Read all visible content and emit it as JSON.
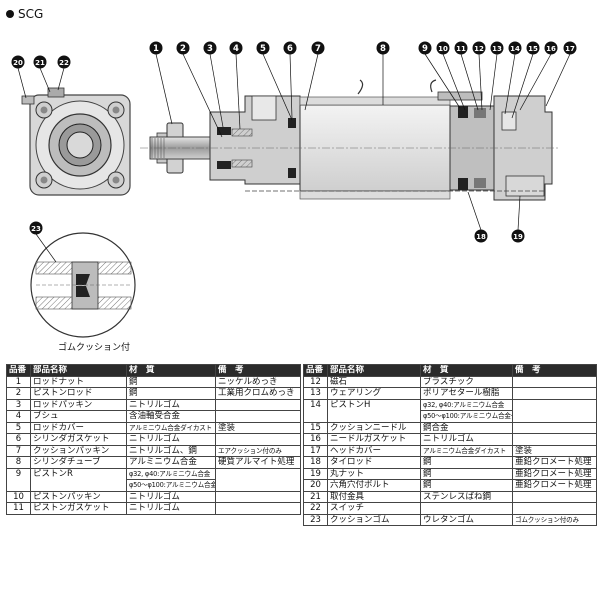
{
  "title": "SCG",
  "callouts": [
    "1",
    "2",
    "3",
    "4",
    "5",
    "6",
    "7",
    "8",
    "9",
    "10",
    "11",
    "12",
    "13",
    "14",
    "15",
    "16",
    "17",
    "18",
    "19",
    "20",
    "21",
    "22",
    "23"
  ],
  "caption": "ゴムクッション付",
  "table": {
    "headers": {
      "no": "品番",
      "name": "部品名称",
      "material": "材　質",
      "note": "備　考"
    },
    "left_rows": [
      {
        "no": "1",
        "name": "ロッドナット",
        "material": "鋼",
        "note": "ニッケルめっき"
      },
      {
        "no": "2",
        "name": "ピストンロッド",
        "material": "鋼",
        "note": "工業用クロムめっき"
      },
      {
        "no": "3",
        "name": "ロッドパッキン",
        "material": "ニトリルゴム",
        "note": ""
      },
      {
        "no": "4",
        "name": "ブシュ",
        "material": "含油軸受合金",
        "note": ""
      },
      {
        "no": "5",
        "name": "ロッドカバー",
        "material": "アルミニウム合金ダイカスト",
        "note": "塗装"
      },
      {
        "no": "6",
        "name": "シリンダガスケット",
        "material": "ニトリルゴム",
        "note": ""
      },
      {
        "no": "7",
        "name": "クッションパッキン",
        "material": "ニトリルゴム、鋼",
        "note": "エアクッション付のみ"
      },
      {
        "no": "8",
        "name": "シリンダチューブ",
        "material": "アルミニウム合金",
        "note": "硬質アルマイト処理"
      },
      {
        "no": "9",
        "name": "ピストンR",
        "material": "φ32, φ40:アルミニウム合金",
        "material2": "φ50～φ100:アルミニウム合金ダイカスト",
        "note": ""
      },
      {
        "no": "10",
        "name": "ピストンパッキン",
        "material": "ニトリルゴム",
        "note": ""
      },
      {
        "no": "11",
        "name": "ピストンガスケット",
        "material": "ニトリルゴム",
        "note": ""
      }
    ],
    "right_rows": [
      {
        "no": "12",
        "name": "磁石",
        "material": "プラスチック",
        "note": ""
      },
      {
        "no": "13",
        "name": "ウェアリング",
        "material": "ポリアセタール樹脂",
        "note": ""
      },
      {
        "no": "14",
        "name": "ピストンH",
        "material": "φ32, φ40:アルミニウム合金",
        "material2": "φ50～φ100:アルミニウム合金ダイカスト",
        "note": ""
      },
      {
        "no": "15",
        "name": "クッションニードル",
        "material": "鋼合金",
        "note": ""
      },
      {
        "no": "16",
        "name": "ニードルガスケット",
        "material": "ニトリルゴム",
        "note": ""
      },
      {
        "no": "17",
        "name": "ヘッドカバー",
        "material": "アルミニウム合金ダイカスト",
        "note": "塗装"
      },
      {
        "no": "18",
        "name": "タイロッド",
        "material": "鋼",
        "note": "亜鉛クロメート処理"
      },
      {
        "no": "19",
        "name": "丸ナット",
        "material": "鋼",
        "note": "亜鉛クロメート処理"
      },
      {
        "no": "20",
        "name": "六角穴付ボルト",
        "material": "鋼",
        "note": "亜鉛クロメート処理"
      },
      {
        "no": "21",
        "name": "取付金具",
        "material": "ステンレスばね鋼",
        "note": ""
      },
      {
        "no": "22",
        "name": "スイッチ",
        "material": "",
        "note": ""
      },
      {
        "no": "23",
        "name": "クッションゴム",
        "material": "ウレタンゴム",
        "note": "ゴムクッション付のみ"
      }
    ]
  }
}
